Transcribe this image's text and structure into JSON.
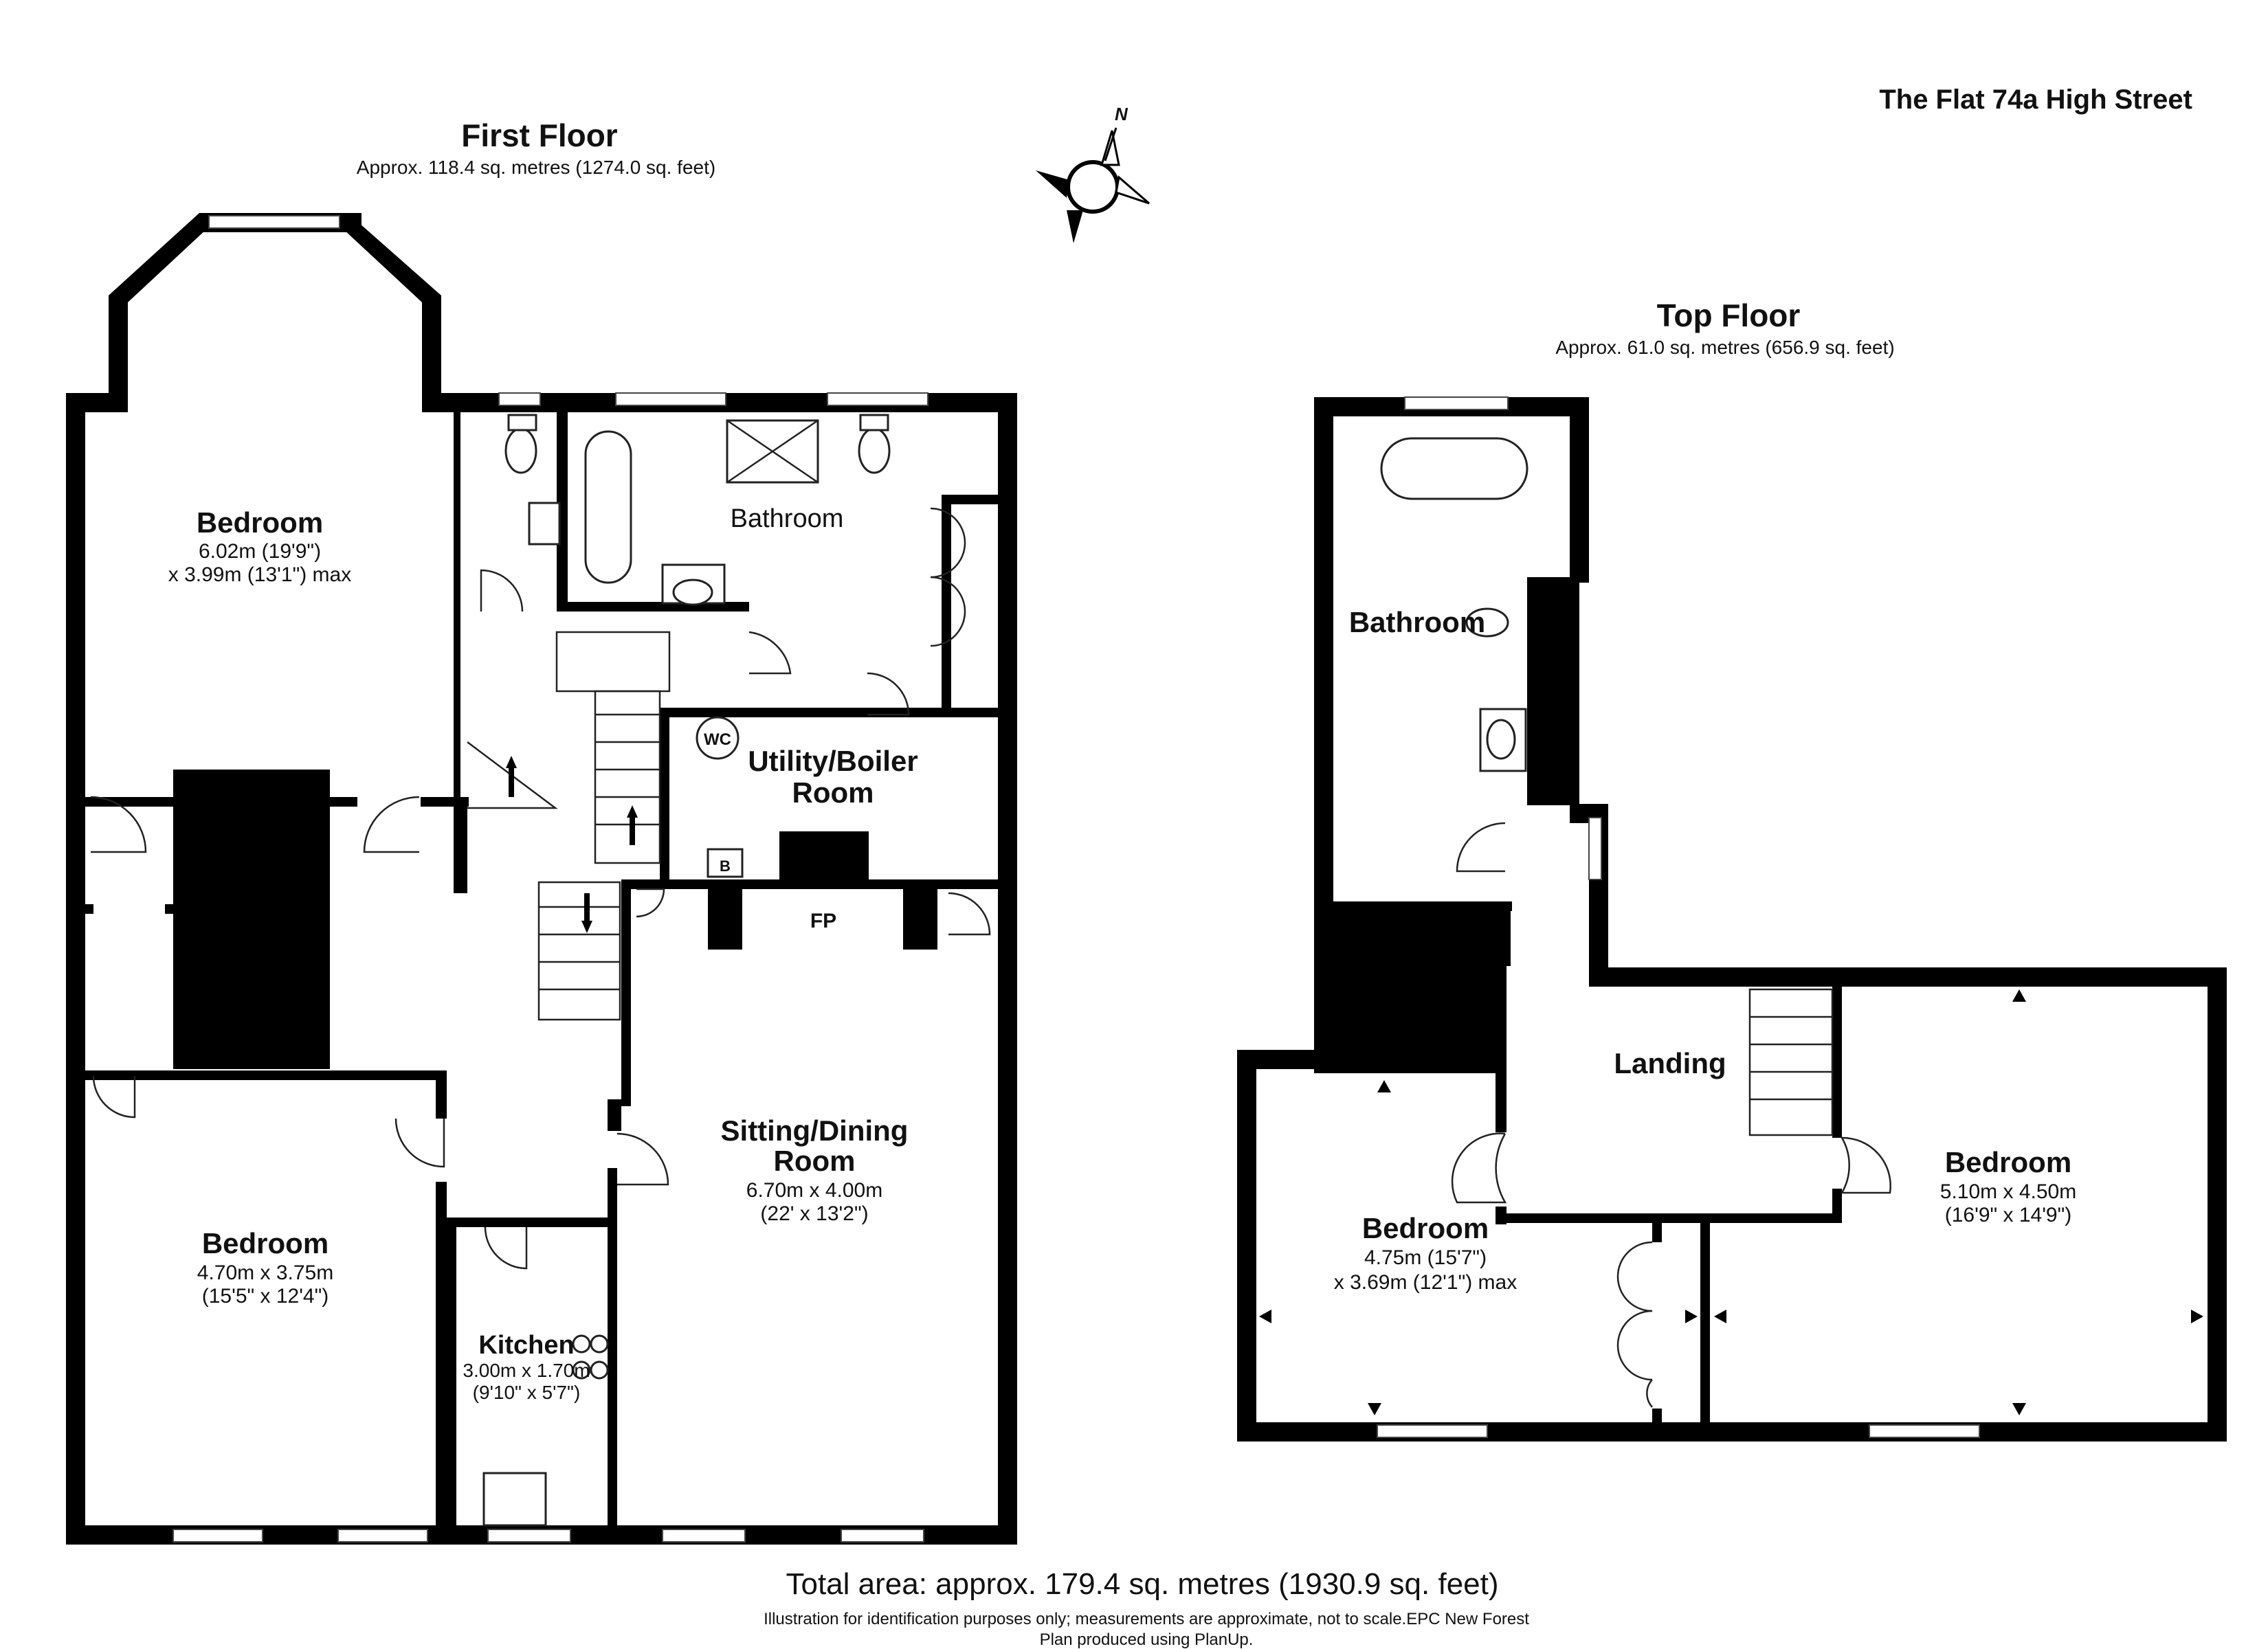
{
  "header": {
    "property": "The Flat 74a High Street"
  },
  "first_floor": {
    "title": "First Floor",
    "area": "Approx. 118.4 sq. metres (1274.0 sq. feet)",
    "rooms": {
      "bedroom_top": {
        "name": "Bedroom",
        "dim1": "6.02m (19'9\")",
        "dim2": "x 3.99m (13'1\") max"
      },
      "bathroom": {
        "name": "Bathroom"
      },
      "utility": {
        "name1": "Utility/Boiler",
        "name2": "Room"
      },
      "wc": "WC",
      "boiler": "B",
      "fireplace": "FP",
      "sitting": {
        "name1": "Sitting/Dining",
        "name2": "Room",
        "dim1": "6.70m x 4.00m",
        "dim2": "(22' x 13'2\")"
      },
      "bedroom_bottom": {
        "name": "Bedroom",
        "dim1": "4.70m x 3.75m",
        "dim2": "(15'5\" x 12'4\")"
      },
      "kitchen": {
        "name": "Kitchen",
        "dim1": "3.00m x 1.70m",
        "dim2": "(9'10\" x 5'7\")"
      }
    }
  },
  "top_floor": {
    "title": "Top Floor",
    "area": "Approx. 61.0 sq. metres (656.9 sq. feet)",
    "rooms": {
      "bathroom": {
        "name": "Bathroom"
      },
      "landing": {
        "name": "Landing"
      },
      "bedroom_left": {
        "name": "Bedroom",
        "dim1": "4.75m (15'7\")",
        "dim2": "x 3.69m (12'1\") max"
      },
      "bedroom_right": {
        "name": "Bedroom",
        "dim1": "5.10m x 4.50m",
        "dim2": "(16'9\" x 14'9\")"
      }
    }
  },
  "compass": {
    "label": "N",
    "icon": "compass-rose-icon"
  },
  "footer": {
    "total": "Total area: approx. 179.4 sq. metres (1930.9 sq. feet)",
    "disclaimer": "Illustration for identification purposes only; measurements are approximate, not to scale.EPC New Forest",
    "credit": "Plan produced using PlanUp."
  }
}
